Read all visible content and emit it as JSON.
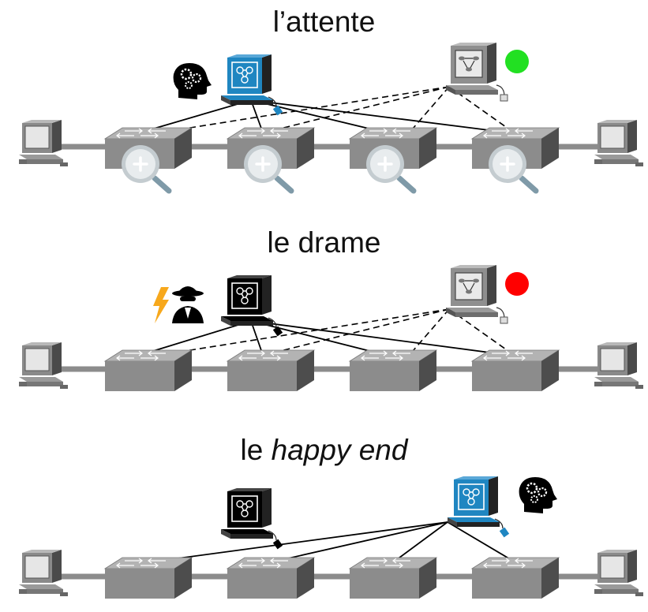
{
  "panels": [
    {
      "title": "l’attente",
      "title_italic": "",
      "controller_state": "active",
      "controller_color": "#1f86c1",
      "monitor_status_color": "#22e022",
      "monitor_connected": true,
      "switch_icons": "magnifier",
      "sidekick_icon": "brain-gears-icon",
      "controller_switch_links": [
        0,
        1,
        2,
        3
      ],
      "monitor_switch_links": [
        0,
        1,
        2,
        3
      ]
    },
    {
      "title": "le drame",
      "title_italic": "",
      "controller_state": "failed",
      "controller_color": "#000000",
      "monitor_status_color": "#ff0000",
      "monitor_connected": true,
      "switch_icons": "none",
      "sidekick_icon": "spy-lightning-icon",
      "controller_switch_links": [
        0,
        1,
        2,
        3
      ],
      "monitor_switch_links": [
        0,
        1,
        2,
        3
      ]
    },
    {
      "title": "le ",
      "title_italic": "happy end",
      "controller_state": "replaced",
      "controller_color": "#1f86c1",
      "monitor_status_color": "",
      "monitor_connected": false,
      "switch_icons": "none",
      "sidekick_icon": "brain-gears-icon",
      "controller_switch_links": [
        0,
        1,
        2,
        3
      ],
      "monitor_switch_links": []
    }
  ]
}
